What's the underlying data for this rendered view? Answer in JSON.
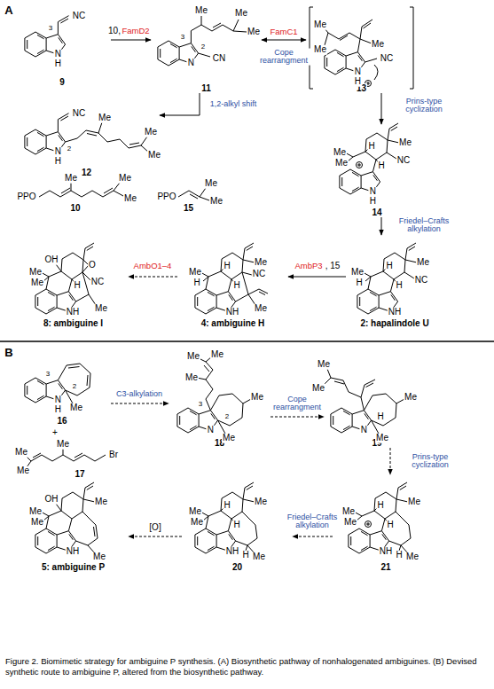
{
  "diagram": {
    "caption": "Figure 2. Biomimetic strategy for ambiguine P synthesis. (A) Biosynthetic pathway of nonhalogenated ambiguines. (B) Devised synthetic route to ambiguine P, altered from the biosynthetic pathway.",
    "nodes": [
      {
        "text": [
          "9"
        ]
      },
      {
        "text": [
          "11"
        ]
      },
      {
        "text": [
          "13"
        ]
      },
      {
        "text": [
          "12"
        ]
      },
      {
        "text": [
          "10"
        ]
      },
      {
        "text": [
          "15"
        ]
      },
      {
        "text": [
          "14"
        ]
      },
      {
        "text": [
          "2: hapalindole U"
        ]
      },
      {
        "text": [
          "4: ambiguine H"
        ]
      },
      {
        "text": [
          "8: ambiguine I"
        ]
      },
      {
        "text": [
          "16"
        ]
      },
      {
        "text": [
          "17"
        ]
      },
      {
        "text": [
          "18"
        ]
      },
      {
        "text": [
          "19"
        ]
      },
      {
        "text": [
          "21"
        ]
      },
      {
        "text": [
          "20"
        ]
      },
      {
        "text": [
          "5: ambiguine P"
        ]
      }
    ],
    "edges": [
      {
        "from": 0,
        "to": 1,
        "arrow": "to",
        "label": "FamD2"
      },
      {
        "from": 1,
        "to": 2,
        "arrow": "both",
        "label": "FamC1"
      },
      {
        "from": 1,
        "to": 3,
        "arrow": "to",
        "label": "1,2-alkyl shift"
      },
      {
        "from": 2,
        "to": 6,
        "arrow": "to",
        "label": "Prins-type cyclization"
      },
      {
        "from": 6,
        "to": 7,
        "arrow": "to",
        "label": "Friedel–Crafts alkylation"
      },
      {
        "from": 7,
        "to": 8,
        "arrow": "to",
        "label": "AmbP3"
      },
      {
        "from": 8,
        "to": 9,
        "arrow": "to",
        "label": "AmbO1–4"
      },
      {
        "from": 10,
        "to": 12,
        "arrow": "to",
        "label": "C3-alkylation"
      },
      {
        "from": 12,
        "to": 13,
        "arrow": "to",
        "label": "Cope rearrangment"
      },
      {
        "from": 13,
        "to": 14,
        "arrow": "to",
        "label": "Prins-type cyclization"
      },
      {
        "from": 14,
        "to": 15,
        "arrow": "to",
        "label": "Friedel–Crafts alkylation"
      },
      {
        "from": 15,
        "to": 16,
        "arrow": "to",
        "label": "[O]"
      }
    ],
    "labels": [
      "A",
      "B",
      "10,",
      ", 15",
      "Cope rearrangment",
      "+",
      "N",
      "H",
      "3",
      "NC",
      "3",
      "2",
      "N",
      "CN",
      "Me",
      "Me",
      "Me",
      "N",
      "H",
      "NC",
      "Me",
      "Me",
      "Me",
      "N",
      "H",
      "2",
      "NC",
      "Me",
      "Me",
      "Me",
      "PPO",
      "Me",
      "Me",
      "Me",
      "PPO",
      "Me",
      "Me",
      "N",
      "H",
      "Me",
      "Me",
      "H",
      "H",
      "NC",
      "Me",
      "NH",
      "Me",
      "H",
      "H",
      "H",
      "NC",
      "Me",
      "NH",
      "Me",
      "H",
      "H",
      "H",
      "NC",
      "Me",
      "Me",
      "NH",
      "Me",
      "Me",
      "OH",
      "H",
      "NC",
      "O",
      "Me",
      "N",
      "H",
      "3",
      "2",
      "Me",
      "Me",
      "Me",
      "Me",
      "Br",
      "N",
      "3",
      "2",
      "Me",
      "Me",
      "Me",
      "Me",
      "Me",
      "N",
      "H",
      "Me",
      "Me",
      "Me",
      "Me",
      "NH",
      "Me",
      "Me",
      "H",
      "H",
      "H",
      "Me",
      "Me",
      "NH",
      "Me",
      "Me",
      "H",
      "H",
      "H",
      "Me",
      "Me",
      "NH",
      "Me",
      "Me",
      "OH",
      "Me",
      "Me"
    ]
  }
}
